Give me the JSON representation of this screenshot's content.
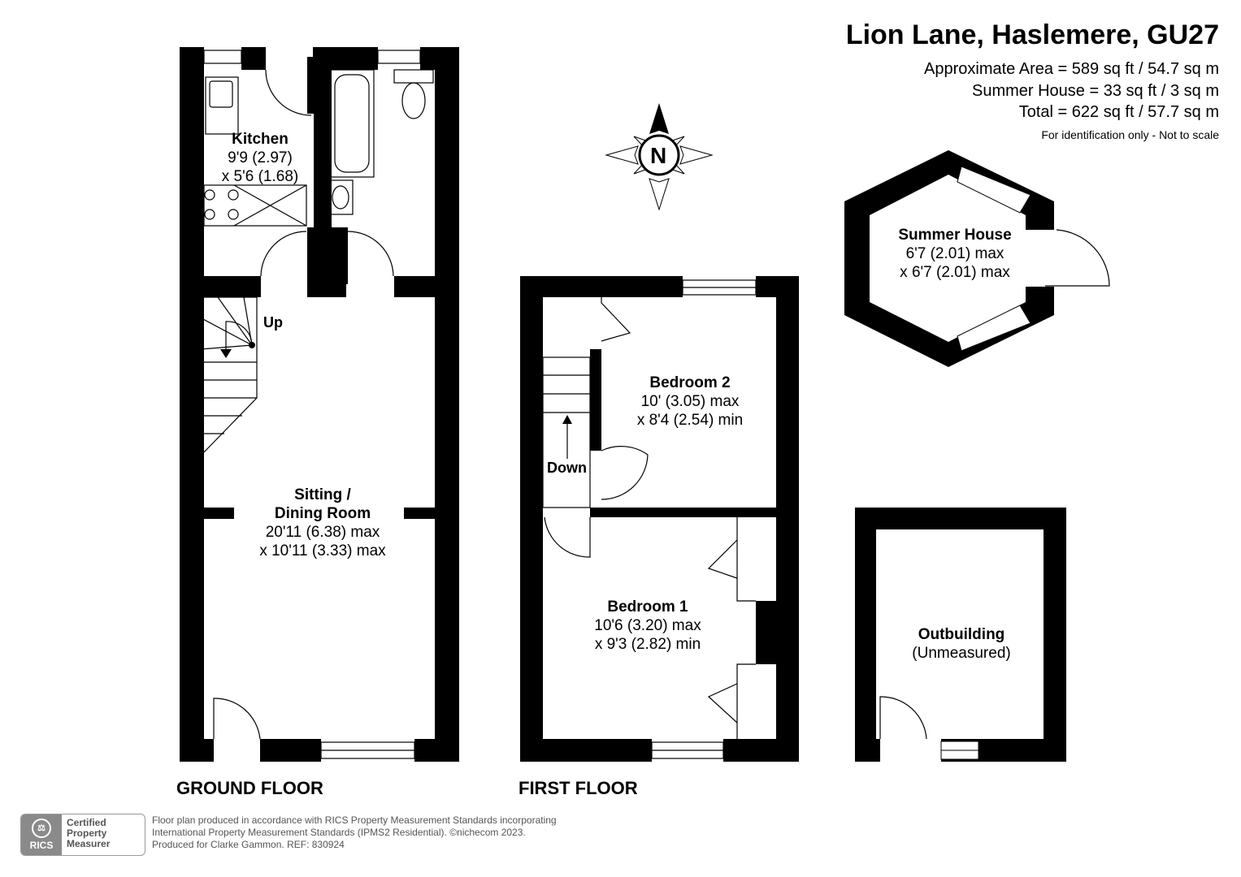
{
  "header": {
    "title": "Lion Lane, Haslemere, GU27",
    "area_lines": [
      "Approximate Area = 589 sq ft / 54.7 sq m",
      "Summer House = 33 sq ft / 3 sq m",
      "Total = 622 sq ft / 57.7 sq m"
    ],
    "note": "For identification only - Not to scale"
  },
  "compass": {
    "label": "N"
  },
  "rooms": {
    "kitchen": {
      "name": "Kitchen",
      "dim1": "9'9 (2.97)",
      "dim2": "x 5'6 (1.68)"
    },
    "sitting": {
      "name1": "Sitting /",
      "name2": "Dining Room",
      "dim1": "20'11 (6.38) max",
      "dim2": "x 10'11 (3.33) max"
    },
    "bedroom2": {
      "name": "Bedroom 2",
      "dim1": "10' (3.05) max",
      "dim2": "x 8'4 (2.54) min"
    },
    "bedroom1": {
      "name": "Bedroom 1",
      "dim1": "10'6 (3.20) max",
      "dim2": "x 9'3 (2.82) min"
    },
    "summer": {
      "name": "Summer House",
      "dim1": "6'7 (2.01) max",
      "dim2": "x 6'7 (2.01) max"
    },
    "outbuilding": {
      "name": "Outbuilding",
      "dim1": "(Unmeasured)"
    }
  },
  "labels": {
    "up": "Up",
    "down": "Down"
  },
  "floors": {
    "ground": "GROUND FLOOR",
    "first": "FIRST FLOOR"
  },
  "footer": {
    "badge_mark": "RICS",
    "badge_lines": [
      "Certified",
      "Property",
      "Measurer"
    ],
    "disclaimer": [
      "Floor plan produced in accordance with RICS Property Measurement Standards incorporating",
      "International Property Measurement Standards (IPMS2 Residential).   ©nichecom 2023.",
      "Produced for Clarke Gammon.   REF:  830924"
    ]
  }
}
